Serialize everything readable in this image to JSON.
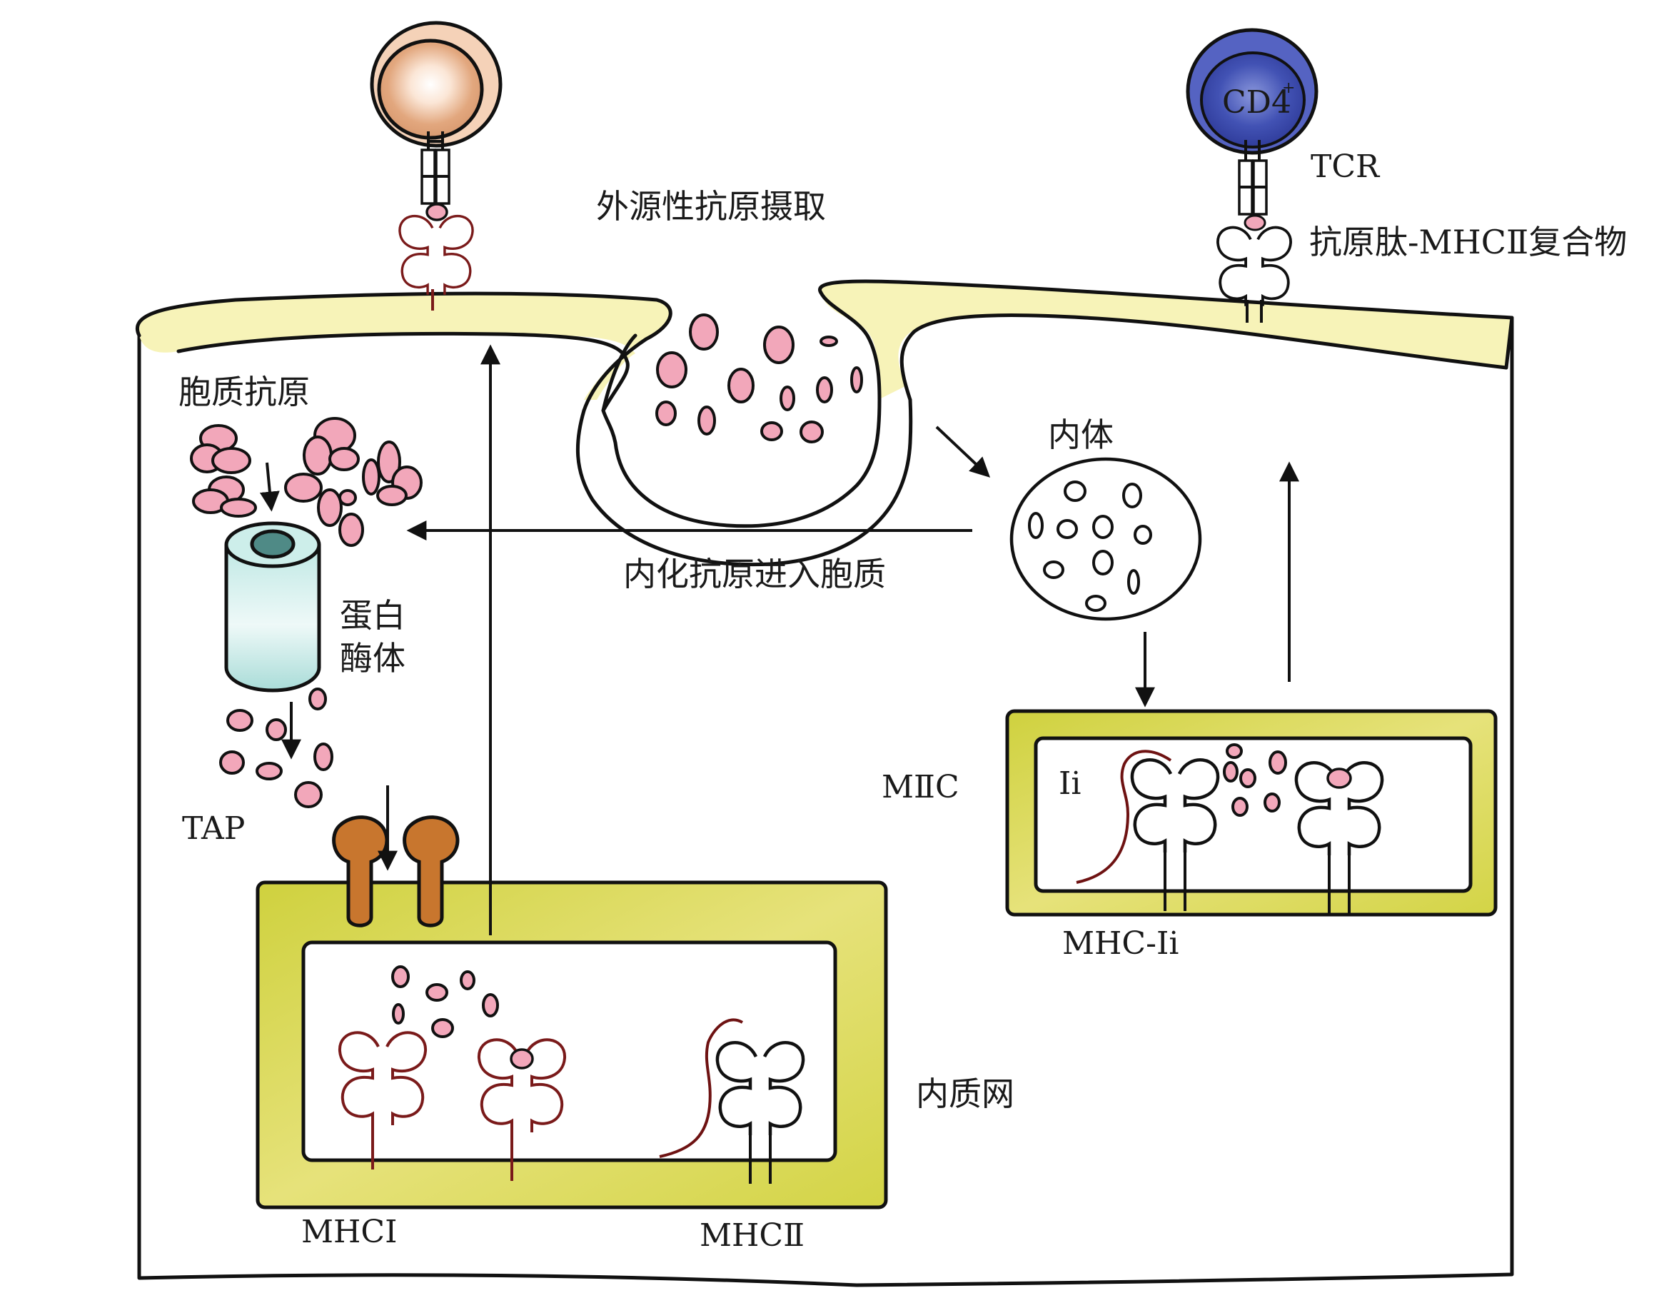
{
  "labels": {
    "exogenous_uptake": "外源性抗原摄取",
    "tcr": "TCR",
    "peptide_mhc2_complex": "抗原肽-MHCⅡ复合物",
    "cd4": "CD4",
    "cd4_sup": "+",
    "cytosolic_antigen": "胞质抗原",
    "endosome": "内体",
    "internalized_to_cytosol": "内化抗原进入胞质",
    "proteasome_line1": "蛋白",
    "proteasome_line2": "酶体",
    "tap": "TAP",
    "miic": "MⅡC",
    "ii": "Ii",
    "mhc_ii_complex": "MHC-Ii",
    "er": "内质网",
    "mhc1": "MHCⅠ",
    "mhc2": "MHCⅡ"
  },
  "colors": {
    "membrane_fill": "#f7f3b8",
    "er_fill": "#d6d64a",
    "antigen_pink": "#f2a7ba",
    "tap_orange": "#c8762e",
    "proteasome_cyan": "#c9ecea",
    "proteasome_core": "#4f8a86",
    "cd8_cell": "#e2a77e",
    "cd4_cell": "#3b48a8",
    "mhc1_stroke": "#7a1a1a"
  }
}
